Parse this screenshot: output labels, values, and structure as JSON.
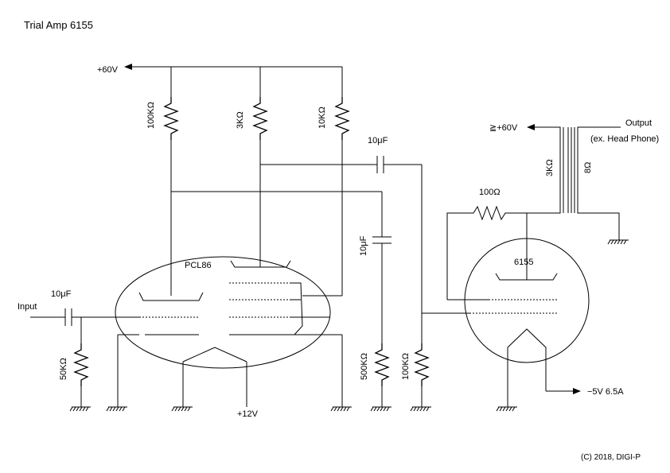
{
  "title": "Trial Amp 6155",
  "copyright": "(C) 2018, DIGI-P",
  "labels": {
    "supply_60v": "+60V",
    "input": "Input",
    "input_cap": "10μF",
    "grid_res": "50KΩ",
    "r1": "100KΩ",
    "r2": "3KΩ",
    "r3": "10KΩ",
    "cap_top": "10μF",
    "cap_mid": "10μF",
    "r_500k": "500KΩ",
    "r_100k": "100KΩ",
    "tube1": "PCL86",
    "heater_12v": "+12V",
    "tube2": "6155",
    "r_100": "100Ω",
    "trans_pri": "3KΩ",
    "trans_sec": "8Ω",
    "trans_supply": "≧+60V",
    "output": "Output",
    "output_note": "(ex. Head Phone)",
    "heater_neg": "−5V 6.5A"
  }
}
